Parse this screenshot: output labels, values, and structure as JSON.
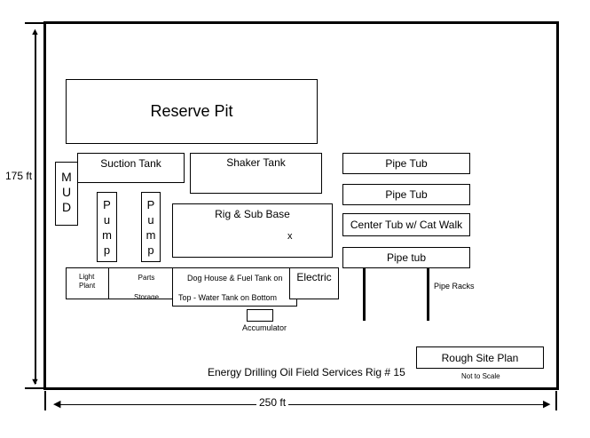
{
  "dimensions": {
    "height": "175 ft",
    "width": "250 ft"
  },
  "areas": {
    "reserve_pit": "Reserve Pit",
    "mud": [
      "M",
      "U",
      "D"
    ],
    "suction_tank": "Suction Tank",
    "shaker_tank": "Shaker Tank",
    "pump": [
      "P",
      "u",
      "m",
      "p"
    ],
    "rig_sub_base": "Rig & Sub Base",
    "rig_marker": "x",
    "light_plant": "Light Plant",
    "parts_storage": "Parts Storage",
    "dog_house_line1": "Dog House & Fuel Tank on",
    "dog_house_line2": "Top -  Water Tank on Bottom",
    "electric": "Electric",
    "accumulator": "Accumulator",
    "pipe_tub_1": "Pipe Tub",
    "pipe_tub_2": "Pipe Tub",
    "center_tub": "Center Tub w/ Cat Walk",
    "pipe_tub_3": "Pipe tub",
    "pipe_racks": "Pipe Racks"
  },
  "footer": {
    "company": "Energy Drilling Oil Field Services Rig # 15",
    "plan_title": "Rough Site Plan",
    "scale_note": "Not to Scale"
  }
}
